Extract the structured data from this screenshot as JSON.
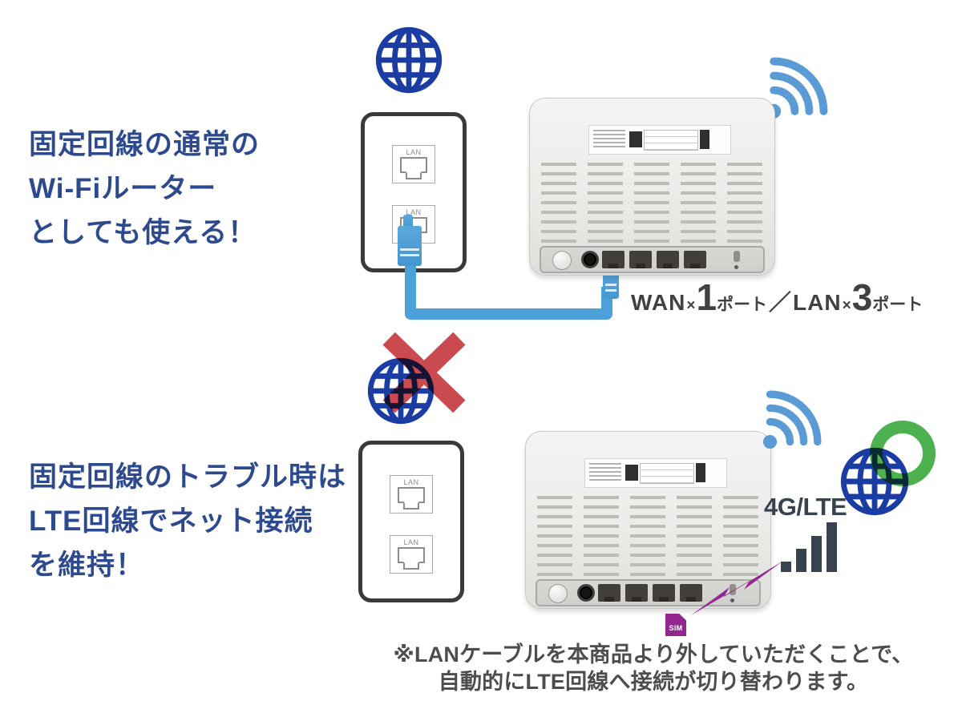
{
  "top": {
    "heading": [
      "固定回線の通常の",
      "Wi-Fiルーター",
      "としても使える！"
    ],
    "ports_label": {
      "wan": "WAN",
      "times1": "×",
      "num1": "1",
      "port1": "ポート",
      "slash": "／",
      "lan": "LAN",
      "times2": "×",
      "num2": "3",
      "port2": "ポート"
    }
  },
  "bottom": {
    "heading": [
      "固定回線のトラブル時は",
      "LTE回線でネット接続",
      "を維持！"
    ],
    "lte_label": "4G/LTE",
    "sim_label": "SIM",
    "note": [
      "※LANケーブルを本商品より外していただくことで、",
      "自動的にLTE回線へ接続が切り替わります。"
    ]
  },
  "outlet": {
    "jack_label": "LAN"
  },
  "icons": {
    "internet": "globe-icon",
    "wifi": "wifi-signal-icon",
    "no_internet": "globe-with-red-x-icon",
    "lte_signal": "signal-bars-icon",
    "failover": "lightning-bolt-icon",
    "sim": "sim-card-icon",
    "ok_ring": "green-ring-icon"
  },
  "colors": {
    "heading_blue": "#2e4a8f",
    "globe_blue": "#1b3da3",
    "wifi_blue": "#5b9bd5",
    "cable_blue": "#4da0d8",
    "x_red": "#cb4a50",
    "ring_green": "#4cb14e",
    "slate": "#39434f",
    "purple": "#93278f",
    "note_gray": "#4d4d4d",
    "caption_gray": "#414141"
  }
}
